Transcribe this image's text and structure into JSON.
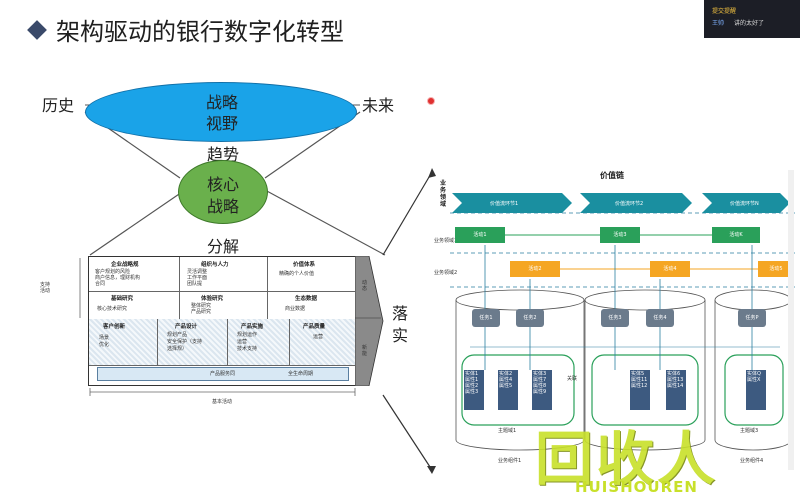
{
  "slide": {
    "title": "架构驱动的银行数字化转型"
  },
  "left_diagram": {
    "history": "历史",
    "future": "未来",
    "strategy_vision_1": "战略",
    "strategy_vision_2": "视野",
    "trend": "趋势",
    "core_strategy_1": "核心",
    "core_strategy_2": "战略",
    "decompose": "分解",
    "land": "落",
    "implement": "实",
    "left_side_label": "支持\n活动",
    "right_tab_top": "动\n态",
    "right_tab_bottom": "新\n能",
    "bottom_caption": "基本活动",
    "row1": [
      {
        "title": "企业战略规",
        "items": [
          "客户规划的风险",
          "商户信息，理财机构",
          "合同"
        ]
      },
      {
        "title": "组织与人力",
        "items": [
          "灵活调整",
          "工作平面",
          "团队提"
        ]
      },
      {
        "title": "价值体系",
        "items": [
          "精确的个人价值"
        ]
      }
    ],
    "row2": [
      {
        "title": "基础研究",
        "items": [
          "核心技术研究"
        ]
      },
      {
        "title": "体验研究",
        "items": [
          "整体研究",
          "产品研究"
        ]
      },
      {
        "title": "生态数据",
        "items": [
          "商业数据"
        ]
      }
    ],
    "row3": [
      {
        "title": "客户创新",
        "items": [
          "场景",
          "优化"
        ]
      },
      {
        "title": "产品设计",
        "items": [
          "规划产品",
          "安全保护（支持",
          "选择规）"
        ]
      },
      {
        "title": "产品实施",
        "items": [
          "规划运作",
          "运营",
          "技术支持"
        ]
      },
      {
        "title": "产品质量",
        "items": [
          "运营"
        ]
      }
    ],
    "bar_label": "产品服务同",
    "bar_right": "全生命周期"
  },
  "right_diagram": {
    "value_chain": "价值链",
    "business_domain": "业务领域",
    "business_domain_1": "业务领域1",
    "business_domain_2": "业务领域2",
    "streams": [
      "价值流环节1",
      "价值流环节2",
      "价值流环节N"
    ],
    "activities_green": [
      "活动1",
      "活动3",
      "活动K"
    ],
    "activities_orange": [
      "活动2",
      "活动4",
      "活动5"
    ],
    "tasks": [
      "任务1",
      "任务2",
      "任务3",
      "任务4",
      "任务P"
    ],
    "entities": [
      "实体1\n属性1\n属性2\n属性3",
      "实体2\n属性4\n属性5",
      "实体3\n属性7\n属性8\n属性9",
      "实体5\n属性11\n属性12",
      "实体6\n属性13\n属性14",
      "实体Q\n属性X"
    ],
    "main_domains": [
      "主题域1",
      "主题域3"
    ],
    "components": [
      "业务组件1",
      "业务组件4"
    ],
    "relation": "关联"
  },
  "chat_overlay": {
    "line1": "提交提醒",
    "line2": "讲的太好了",
    "user": "王帅"
  },
  "watermark": {
    "cn": "回收人",
    "en": "HUISHOUREN"
  },
  "colors": {
    "ellipse_blue": "#1aa3e8",
    "core_green": "#6ab04c",
    "stream_teal": "#1a8fa0",
    "activity_green": "#2aa05a",
    "activity_orange": "#f5a623",
    "watermark": "#c8e02a"
  }
}
